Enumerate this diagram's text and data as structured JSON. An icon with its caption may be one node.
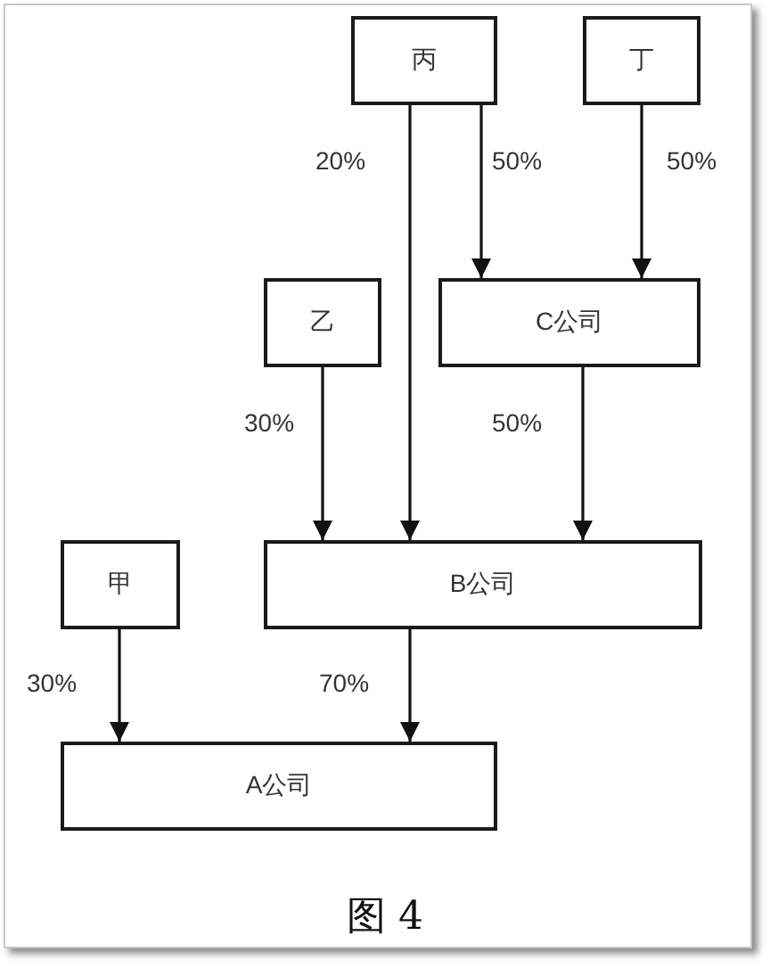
{
  "diagram": {
    "caption": "图 4",
    "nodes": [
      {
        "text": [
          "丙"
        ]
      },
      {
        "text": [
          "丁"
        ]
      },
      {
        "text": [
          "乙"
        ]
      },
      {
        "text": [
          "C公司"
        ]
      },
      {
        "text": [
          "甲"
        ]
      },
      {
        "text": [
          "B公司"
        ]
      },
      {
        "text": [
          "A公司"
        ]
      }
    ],
    "edges": [
      {
        "from": 0,
        "to": 5,
        "arrow": "to",
        "label": "20%"
      },
      {
        "from": 0,
        "to": 3,
        "arrow": "to",
        "label": "50%"
      },
      {
        "from": 1,
        "to": 3,
        "arrow": "to",
        "label": "50%"
      },
      {
        "from": 2,
        "to": 5,
        "arrow": "to",
        "label": "30%"
      },
      {
        "from": 3,
        "to": 5,
        "arrow": "to",
        "label": "50%"
      },
      {
        "from": 4,
        "to": 6,
        "arrow": "to",
        "label": "30%"
      },
      {
        "from": 5,
        "to": 6,
        "arrow": "to",
        "label": "70%"
      }
    ]
  }
}
